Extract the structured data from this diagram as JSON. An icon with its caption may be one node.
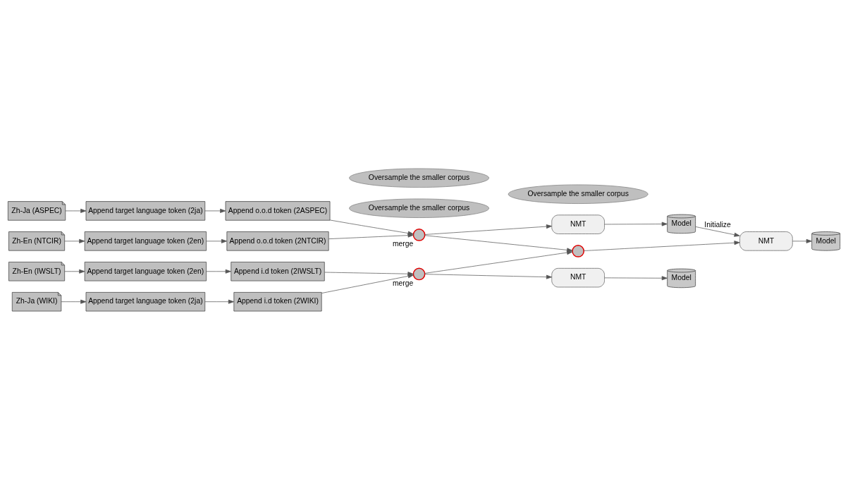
{
  "diagram": {
    "nodes": [
      {
        "text": [
          "Zh-Ja (ASPEC)"
        ]
      },
      {
        "text": [
          "Append target language token (2ja)"
        ]
      },
      {
        "text": [
          "Append o.o.d token (2ASPEC)"
        ]
      },
      {
        "text": [
          "Zh-En (NTCIR)"
        ]
      },
      {
        "text": [
          "Append target language token (2en)"
        ]
      },
      {
        "text": [
          "Append o.o.d token (2NTCIR)"
        ]
      },
      {
        "text": [],
        "shape": "circle",
        "beside": [
          "merge"
        ]
      },
      {
        "text": [
          "Oversample the smaller corpus"
        ]
      },
      {
        "text": [
          "NMT"
        ]
      },
      {
        "text": [
          "Model"
        ]
      },
      {
        "text": [],
        "shape": "circle"
      },
      {
        "text": [
          "Oversample the smaller corpus"
        ]
      },
      {
        "text": [
          "NMT"
        ]
      },
      {
        "text": [
          "Model"
        ]
      },
      {
        "text": [
          "Zh-Ja (WIKI)"
        ]
      },
      {
        "text": [
          "Append target language token (2ja)"
        ]
      },
      {
        "text": [
          "Append i.d token (2WIKI)"
        ]
      },
      {
        "text": [
          "Zh-En (IWSLT)"
        ]
      },
      {
        "text": [
          "Append target language token (2en)"
        ]
      },
      {
        "text": [
          "Append i.d token (2IWSLT)"
        ]
      },
      {
        "text": [],
        "shape": "circle",
        "beside": [
          "merge"
        ]
      },
      {
        "text": [
          "NMT"
        ]
      },
      {
        "text": [
          "Model"
        ]
      },
      {
        "text": [
          "Oversample the smaller corpus"
        ]
      }
    ],
    "edges": [
      {
        "from": 0,
        "to": 1,
        "arrow": "to"
      },
      {
        "from": 1,
        "to": 2,
        "arrow": "to"
      },
      {
        "from": 2,
        "to": 6,
        "arrow": "to"
      },
      {
        "from": 3,
        "to": 4,
        "arrow": "to"
      },
      {
        "from": 4,
        "to": 5,
        "arrow": "to"
      },
      {
        "from": 5,
        "to": 6,
        "arrow": "to"
      },
      {
        "from": 6,
        "to": 8,
        "arrow": "to"
      },
      {
        "from": 8,
        "to": 9,
        "arrow": "to"
      },
      {
        "from": 6,
        "to": 10,
        "arrow": "to"
      },
      {
        "from": 9,
        "to": 12,
        "arrow": "to",
        "label": "Initialize"
      },
      {
        "from": 10,
        "to": 12,
        "arrow": "to"
      },
      {
        "from": 12,
        "to": 13,
        "arrow": "to"
      },
      {
        "from": 14,
        "to": 15,
        "arrow": "to"
      },
      {
        "from": 15,
        "to": 16,
        "arrow": "to"
      },
      {
        "from": 16,
        "to": 20,
        "arrow": "to"
      },
      {
        "from": 17,
        "to": 18,
        "arrow": "to"
      },
      {
        "from": 18,
        "to": 19,
        "arrow": "to"
      },
      {
        "from": 19,
        "to": 20,
        "arrow": "to"
      },
      {
        "from": 20,
        "to": 10,
        "arrow": "to"
      },
      {
        "from": 20,
        "to": 21,
        "arrow": "to"
      },
      {
        "from": 21,
        "to": 22,
        "arrow": "to"
      }
    ]
  }
}
